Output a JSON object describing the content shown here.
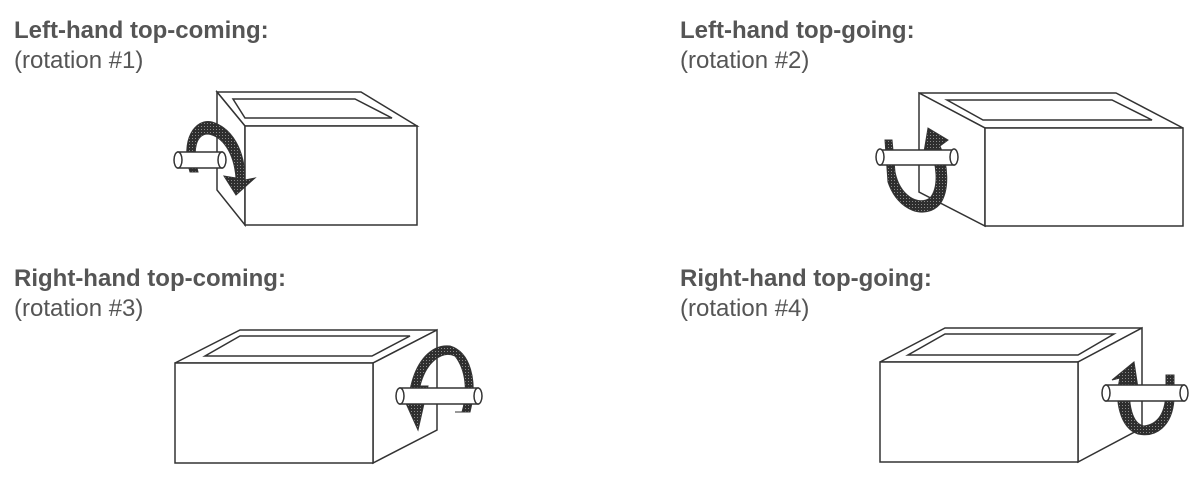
{
  "panels": [
    {
      "title": "Left-hand top-coming:",
      "subtitle": "(rotation #1)",
      "shaft_side": "left",
      "arrow_direction": "down-front"
    },
    {
      "title": "Left-hand top-going:",
      "subtitle": "(rotation #2)",
      "shaft_side": "left",
      "arrow_direction": "up-front"
    },
    {
      "title": "Right-hand top-coming:",
      "subtitle": "(rotation #3)",
      "shaft_side": "right",
      "arrow_direction": "down-front"
    },
    {
      "title": "Right-hand top-going:",
      "subtitle": "(rotation #4)",
      "shaft_side": "right",
      "arrow_direction": "up-front"
    }
  ],
  "colors": {
    "text": "#555555",
    "arrow": "#3a3a3a",
    "outline": "#333333"
  }
}
